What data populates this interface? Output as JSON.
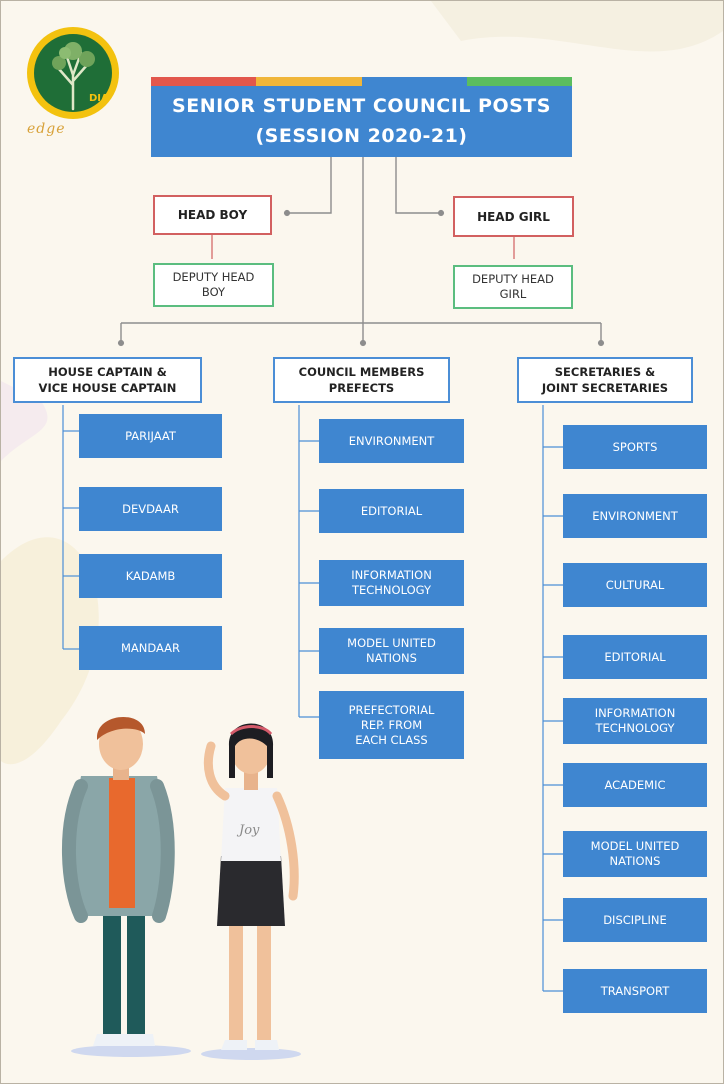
{
  "title": {
    "line1": "SENIOR STUDENT COUNCIL POSTS",
    "line2": "(SESSION 2020-21)"
  },
  "stripe_colors": [
    "#e2574c",
    "#f0b63a",
    "#3f86d0",
    "#5bbd5f"
  ],
  "logo": {
    "badge": "DIA",
    "wordmark": "edge"
  },
  "head_boy": "HEAD BOY",
  "head_girl": "HEAD GIRL",
  "deputy_head_boy": {
    "line1": "DEPUTY HEAD",
    "line2": "BOY"
  },
  "deputy_head_girl": {
    "line1": "DEPUTY HEAD",
    "line2": "GIRL"
  },
  "groups": {
    "house": {
      "title_line1": "HOUSE CAPTAIN &",
      "title_line2": "VICE HOUSE CAPTAIN",
      "items": [
        "PARIJAAT",
        "DEVDAAR",
        "KADAMB",
        "MANDAAR"
      ]
    },
    "council": {
      "title_line1": "COUNCIL MEMBERS",
      "title_line2": "PREFECTS",
      "items": [
        {
          "line1": "ENVIRONMENT",
          "line2": "",
          "line3": ""
        },
        {
          "line1": "EDITORIAL",
          "line2": "",
          "line3": ""
        },
        {
          "line1": "INFORMATION",
          "line2": "TECHNOLOGY",
          "line3": ""
        },
        {
          "line1": "MODEL UNITED",
          "line2": "NATIONS",
          "line3": ""
        },
        {
          "line1": "PREFECTORIAL",
          "line2": "REP. FROM",
          "line3": "EACH CLASS"
        }
      ]
    },
    "secretaries": {
      "title_line1": "SECRETARIES &",
      "title_line2": "JOINT SECRETARIES",
      "items": [
        {
          "line1": "SPORTS",
          "line2": ""
        },
        {
          "line1": "ENVIRONMENT",
          "line2": ""
        },
        {
          "line1": "CULTURAL",
          "line2": ""
        },
        {
          "line1": "EDITORIAL",
          "line2": ""
        },
        {
          "line1": "INFORMATION",
          "line2": "TECHNOLOGY"
        },
        {
          "line1": "ACADEMIC",
          "line2": ""
        },
        {
          "line1": "MODEL UNITED",
          "line2": "NATIONS"
        },
        {
          "line1": "DISCIPLINE",
          "line2": ""
        },
        {
          "line1": "TRANSPORT",
          "line2": ""
        }
      ]
    }
  },
  "illustration": {
    "shirt_text": "Joy"
  }
}
